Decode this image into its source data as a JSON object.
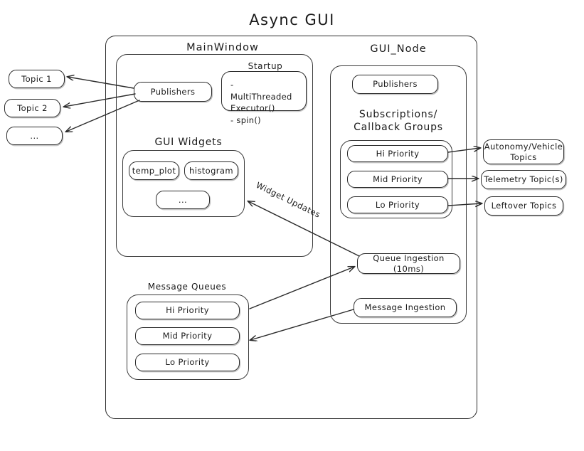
{
  "title": "Async  GUI",
  "outer_frame": {
    "name": "async-gui-frame"
  },
  "main_window": {
    "label": "MainWindow",
    "publishers": "Publishers",
    "startup": {
      "label": "Startup",
      "body": "- MultiThreaded\n   Executor()\n- spin()"
    },
    "gui_widgets": {
      "label": "GUI Widgets",
      "items": [
        "temp_plot",
        "histogram",
        "..."
      ]
    },
    "message_queues": {
      "label": "Message Queues",
      "items": [
        "Hi Priority",
        "Mid Priority",
        "Lo Priority"
      ]
    }
  },
  "gui_node": {
    "label": "GUI_Node",
    "publishers": "Publishers",
    "subscriptions": {
      "label": "Subscriptions/\nCallback Groups",
      "items": [
        "Hi Priority",
        "Mid Priority",
        "Lo Priority"
      ]
    },
    "queue_ingestion": "Queue Ingestion (10ms)",
    "message_ingestion": "Message Ingestion"
  },
  "left_topics": [
    "Topic 1",
    "Topic 2",
    "..."
  ],
  "right_topics": [
    "Autonomy/Vehicle\nTopics",
    "Telemetry Topic(s)",
    "Leftover Topics"
  ],
  "edges": {
    "widget_updates": "Widget Updates"
  },
  "colors": {
    "stroke": "#2b2b2b",
    "background": "#ffffff",
    "text": "#1a1a1a"
  }
}
